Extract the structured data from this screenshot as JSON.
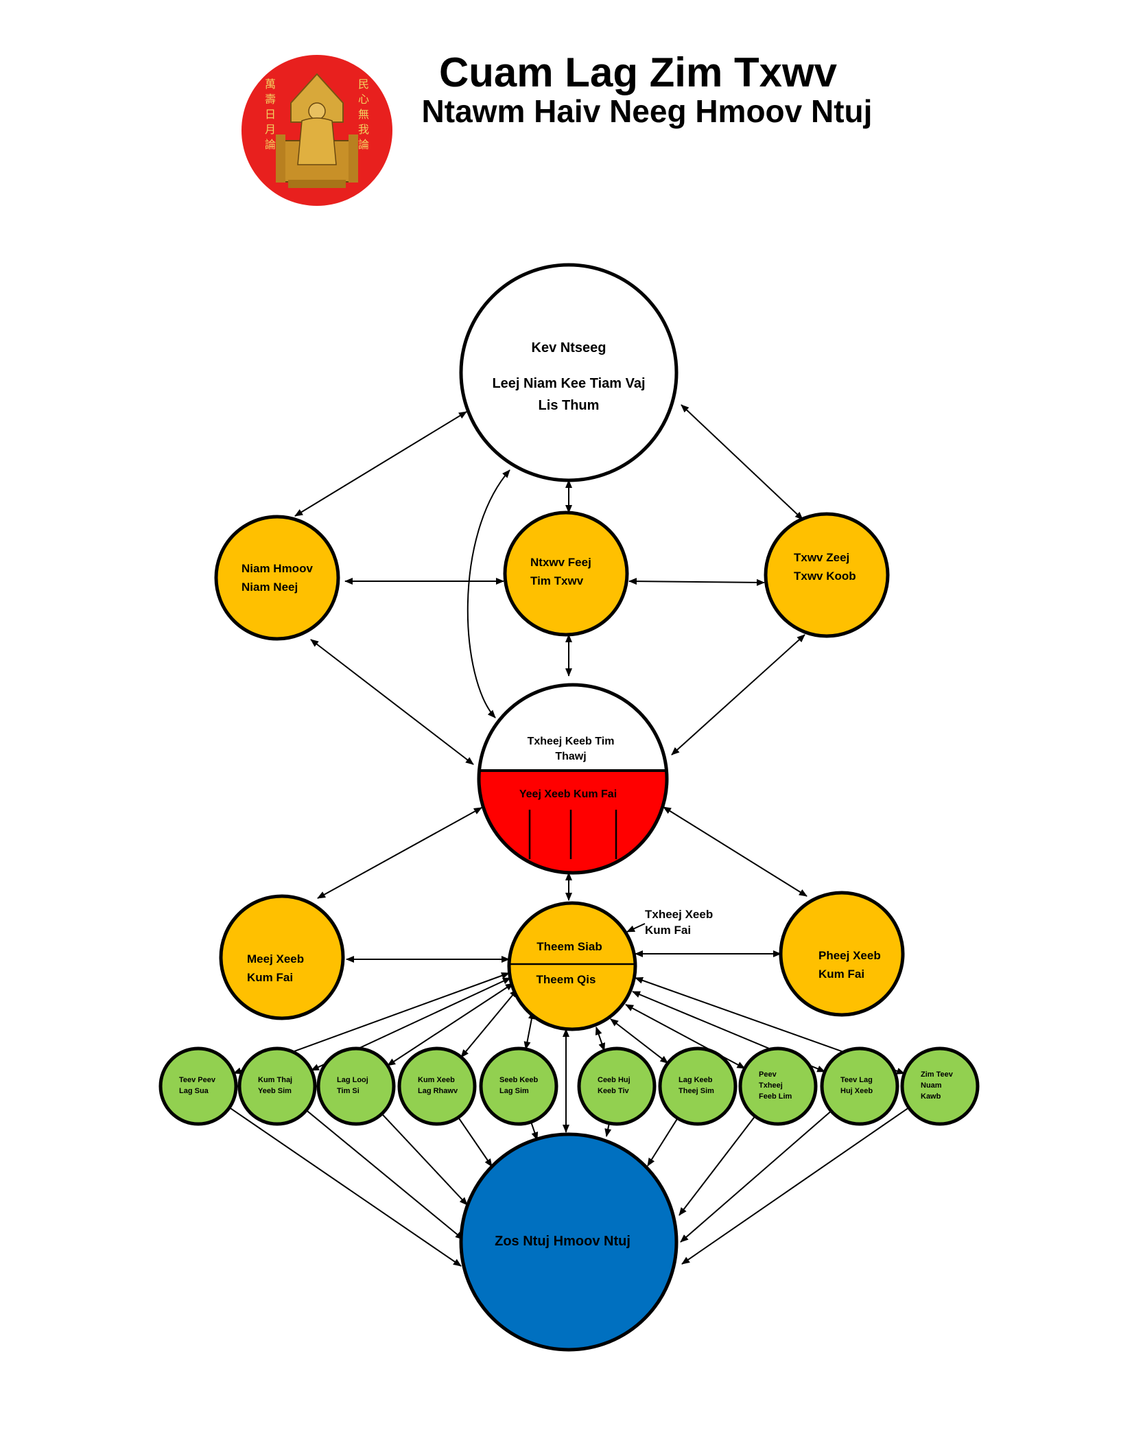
{
  "header": {
    "title_line1": "Cuam Lag Zim Txwv",
    "title_line2": "Ntawm Haiv Neeg Hmoov Ntuj",
    "logo_seal_left_text": "萬 壽 日 月 論",
    "logo_seal_right_text": "民 心 無 我 論"
  },
  "colors": {
    "white": "#ffffff",
    "gold": "#ffc000",
    "red": "#ff0000",
    "green": "#92d050",
    "blue": "#0070c0",
    "logo_red": "#e8201e"
  },
  "nodes": {
    "top": {
      "lines": [
        "Kev Ntseeg",
        "",
        "Leej Niam Kee Tiam Vaj",
        "Lis Thum"
      ]
    },
    "niam": {
      "lines": [
        "Niam Hmoov",
        "Niam Neej"
      ]
    },
    "ntxwv": {
      "lines": [
        "Ntxwv Feej",
        "Tim Txwv"
      ]
    },
    "txwv": {
      "lines": [
        "Txwv Zeej",
        "Txwv Koob"
      ]
    },
    "center_top": {
      "lines": [
        "Txheej Keeb Tim",
        "Thawj"
      ]
    },
    "center_bottom": {
      "lines": [
        "Yeej Xeeb Kum Fai"
      ]
    },
    "meej": {
      "lines": [
        "Meej Xeeb",
        "Kum Fai"
      ]
    },
    "theem": {
      "top": "Theem Siab",
      "bottom": "Theem Qis"
    },
    "theem_callout": {
      "lines": [
        "Txheej Xeeb",
        "Kum Fai"
      ]
    },
    "pheej": {
      "lines": [
        "Pheej Xeeb",
        "Kum Fai"
      ]
    },
    "zos": {
      "lines": [
        "Zos Ntuj Hmoov Ntuj"
      ]
    }
  },
  "green_nodes": [
    {
      "lines": [
        "Teev Peev",
        "Lag Sua"
      ]
    },
    {
      "lines": [
        "Kum Thaj",
        "Yeeb Sim"
      ]
    },
    {
      "lines": [
        "Lag Looj",
        "Tim Si"
      ]
    },
    {
      "lines": [
        "Kum Xeeb",
        "Lag Rhawv"
      ]
    },
    {
      "lines": [
        "Seeb Keeb",
        "Lag Sim"
      ]
    },
    {
      "lines": [
        "Ceeb Huj",
        "Keeb Tiv"
      ]
    },
    {
      "lines": [
        "Lag Keeb",
        "Theej Sim"
      ]
    },
    {
      "lines": [
        "Peev",
        "Txheej",
        "Feeb Lim"
      ]
    },
    {
      "lines": [
        "Teev Lag",
        "Huj Xeeb"
      ]
    },
    {
      "lines": [
        "Zim Teev",
        "Nuam",
        "Kawb"
      ]
    }
  ]
}
